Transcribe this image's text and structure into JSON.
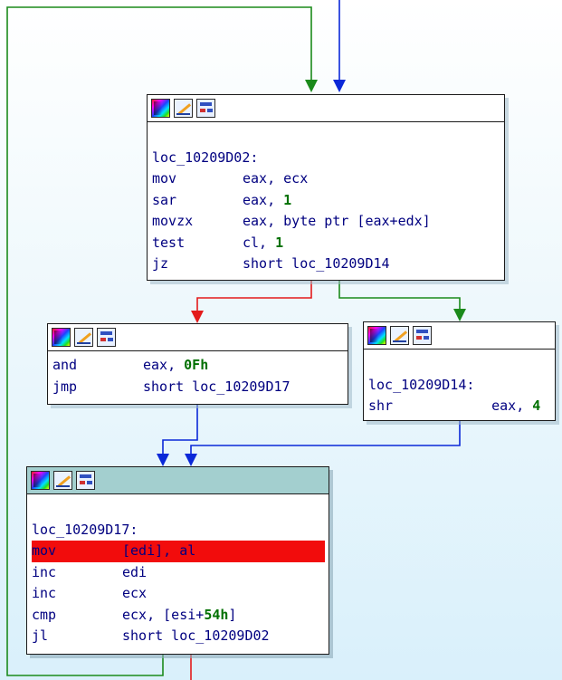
{
  "colors": {
    "edge_true": "#1b8a1b",
    "edge_false": "#e31b1b",
    "edge_plain": "#0a28d8",
    "highlight": "#f20c0c",
    "active_header": "#a3cfcf",
    "text": "#000080",
    "number": "#007000"
  },
  "icons": {
    "color": "color-palette-icon",
    "rename": "rename-pencil-icon",
    "graph": "graph-overview-icon"
  },
  "blocks": {
    "b1": {
      "label": "loc_10209D02:",
      "instructions": [
        {
          "mnem": "mov",
          "ops": [
            {
              "t": "eax, ecx"
            }
          ]
        },
        {
          "mnem": "sar",
          "ops": [
            {
              "t": "eax, "
            },
            {
              "n": "1"
            }
          ]
        },
        {
          "mnem": "movzx",
          "ops": [
            {
              "t": "eax, byte ptr [eax+edx]"
            }
          ]
        },
        {
          "mnem": "test",
          "ops": [
            {
              "t": "cl, "
            },
            {
              "n": "1"
            }
          ]
        },
        {
          "mnem": "jz",
          "ops": [
            {
              "t": "short loc_10209D14"
            }
          ]
        }
      ]
    },
    "b2": {
      "instructions": [
        {
          "mnem": "and",
          "ops": [
            {
              "t": "eax, "
            },
            {
              "n": "0Fh"
            }
          ]
        },
        {
          "mnem": "jmp",
          "ops": [
            {
              "t": "short loc_10209D17"
            }
          ]
        }
      ]
    },
    "b3": {
      "label": "loc_10209D14:",
      "instructions": [
        {
          "mnem": "shr",
          "ops": [
            {
              "t": "    eax, "
            },
            {
              "n": "4"
            }
          ]
        }
      ]
    },
    "b4": {
      "label": "loc_10209D17:",
      "instructions": [
        {
          "mnem": "mov",
          "highlight": true,
          "ops": [
            {
              "t": "[edi], al"
            }
          ]
        },
        {
          "mnem": "inc",
          "ops": [
            {
              "t": "edi"
            }
          ]
        },
        {
          "mnem": "inc",
          "ops": [
            {
              "t": "ecx"
            }
          ]
        },
        {
          "mnem": "cmp",
          "ops": [
            {
              "t": "ecx, [esi+"
            },
            {
              "n": "54h"
            },
            {
              "t": "]"
            }
          ]
        },
        {
          "mnem": "jl",
          "ops": [
            {
              "t": "short loc_10209D02"
            }
          ]
        }
      ]
    }
  }
}
